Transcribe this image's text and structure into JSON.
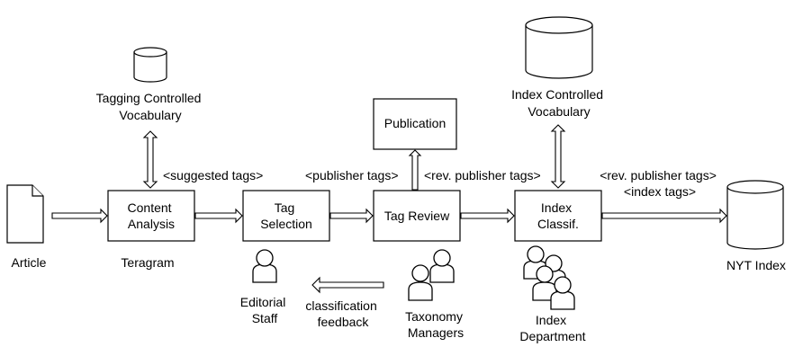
{
  "vocab_tagging": [
    "Tagging Controlled",
    "Vocabulary"
  ],
  "vocab_index": [
    "Index Controlled",
    "Vocabulary"
  ],
  "publication": "Publication",
  "content_analysis": [
    "Content",
    "Analysis"
  ],
  "tag_selection": [
    "Tag",
    "Selection"
  ],
  "tag_review": "Tag Review",
  "index_classif": [
    "Index",
    "Classif."
  ],
  "labels": {
    "suggested_tags": "<suggested tags>",
    "publisher_tags": "<publisher tags>",
    "rev_publisher_tags": "<rev. publisher tags>",
    "rev_publisher_tags_2": "<rev. publisher tags>",
    "index_tags": "<index tags>",
    "article": "Article",
    "teragram": "Teragram",
    "nyt_index": "NYT Index",
    "editorial_staff": [
      "Editorial",
      "Staff"
    ],
    "classification_feedback": [
      "classification",
      "feedback"
    ],
    "taxonomy_managers": [
      "Taxonomy",
      "Managers"
    ],
    "index_department": [
      "Index",
      "Department"
    ]
  }
}
